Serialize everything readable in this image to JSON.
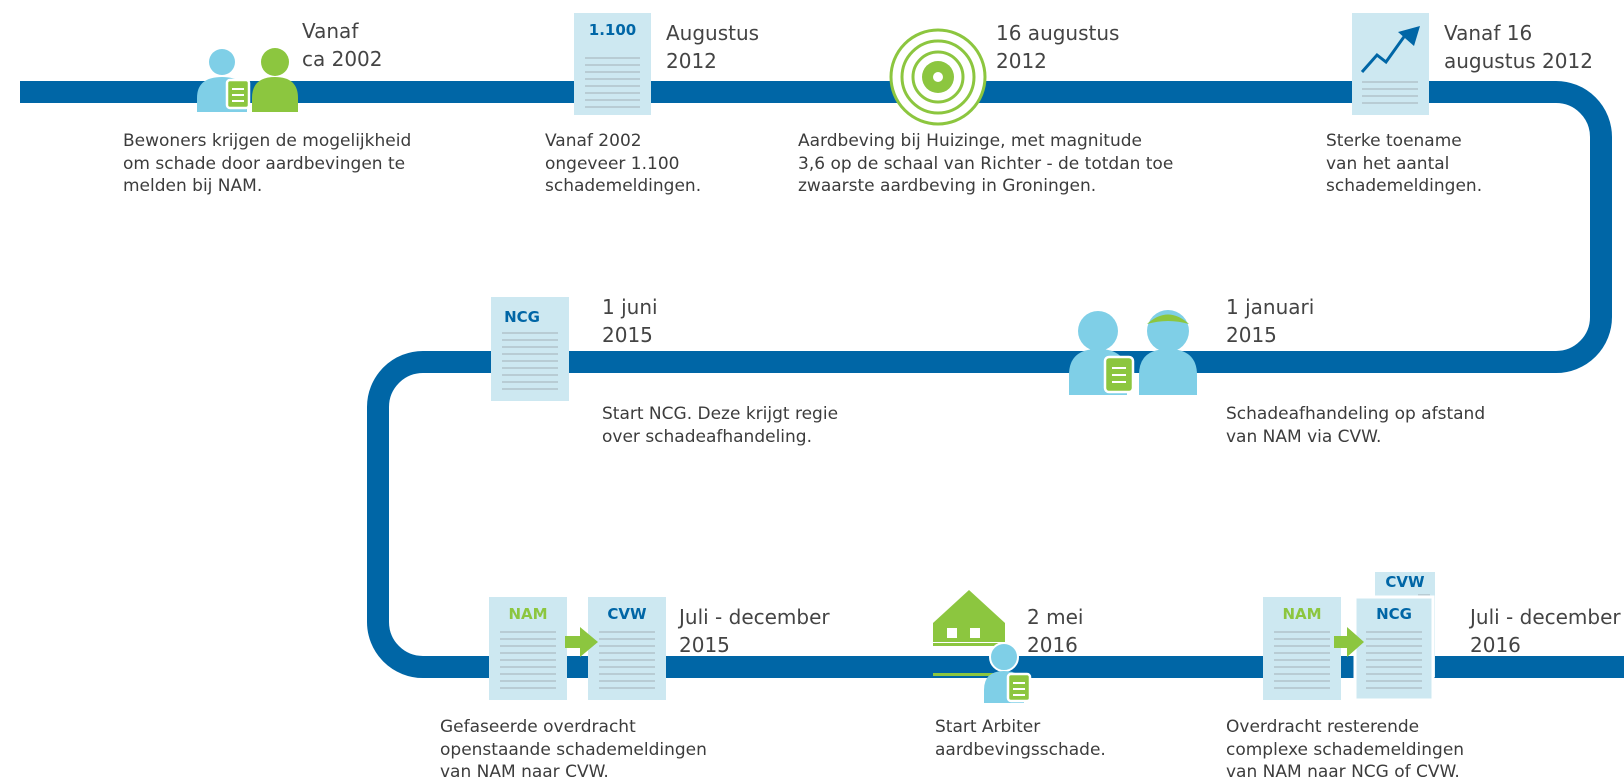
{
  "colors": {
    "track": "#0066a6",
    "accent_green": "#8cc63f",
    "light_blue": "#cde8f1",
    "person_blue": "#7fcfe7",
    "person_green": "#8cc63f",
    "doc_lines": "#b8ccd4",
    "text": "#3c3c3c"
  },
  "events": [
    {
      "id": "e1",
      "date": "Vanaf\nca 2002",
      "description": "Bewoners krijgen de mogelijkheid\nom schade door aardbevingen te\nmelden bij NAM.",
      "icon": "residents-with-clipboard-icon"
    },
    {
      "id": "e2",
      "date": "Augustus\n2012",
      "description": "Vanaf 2002\nongeveer 1.100\nschademeldingen.",
      "icon": "document-icon",
      "doc_label": "1.100"
    },
    {
      "id": "e3",
      "date": "16 augustus\n2012",
      "description": "Aardbeving bij Huizinge, met magnitude\n3,6 op de schaal van Richter - de totdan toe\nzwaarste aardbeving in Groningen.",
      "icon": "epicenter-icon"
    },
    {
      "id": "e4",
      "date": "Vanaf 16\naugustus 2012",
      "description": "Sterke toename\nvan het aantal\nschademeldingen.",
      "icon": "rising-chart-document-icon"
    },
    {
      "id": "e5",
      "date": "1 januari\n2015",
      "description": "Schadeafhandeling op afstand\nvan NAM via CVW.",
      "icon": "two-persons-clipboard-icon"
    },
    {
      "id": "e6",
      "date": "1 juni\n2015",
      "description": "Start NCG. Deze krijgt regie\nover schadeafhandeling.",
      "icon": "document-icon",
      "doc_label": "NCG"
    },
    {
      "id": "e7",
      "date": "Juli - december\n2015",
      "description": "Gefaseerde overdracht\nopenstaande schademeldingen\nvan NAM naar CVW.",
      "icon": "transfer-documents-icon",
      "doc_labels": [
        "NAM",
        "CVW"
      ]
    },
    {
      "id": "e8",
      "date": "2 mei\n2016",
      "description": "Start Arbiter\naardbevingsschade.",
      "icon": "house-with-person-icon"
    },
    {
      "id": "e9",
      "date": "Juli - december\n2016",
      "description": "Overdracht resterende\ncomplexe schademeldingen\nvan NAM naar NCG of CVW.",
      "icon": "transfer-stacked-documents-icon",
      "doc_labels": [
        "NAM",
        "NCG",
        "CVW"
      ]
    }
  ]
}
